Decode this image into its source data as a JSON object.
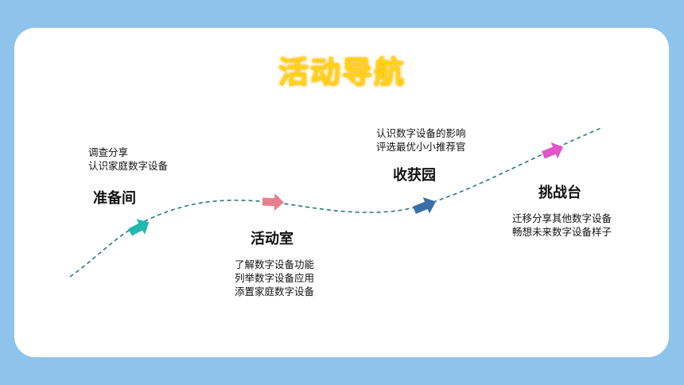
{
  "title": "活动导航",
  "stages": [
    {
      "name": "准备间",
      "lines": [
        "调查分享",
        "认识家庭数字设备"
      ],
      "arrow_color": "#20b8b0"
    },
    {
      "name": "活动室",
      "lines": [
        "了解数字设备功能",
        "列举数字设备应用",
        "添置家庭数字设备"
      ],
      "arrow_color": "#e8808c"
    },
    {
      "name": "收获园",
      "lines": [
        "认识数字设备的影响",
        "评选最优小小推荐官"
      ],
      "arrow_color": "#3a6ea8"
    },
    {
      "name": "挑战台",
      "lines": [
        "迁移分享其他数字设备",
        "畅想未来数字设备样子"
      ],
      "arrow_color": "#e055c8"
    }
  ],
  "colors": {
    "background": "#8ec3ec",
    "title": "#ffd21a",
    "path": "#2a7a78"
  }
}
